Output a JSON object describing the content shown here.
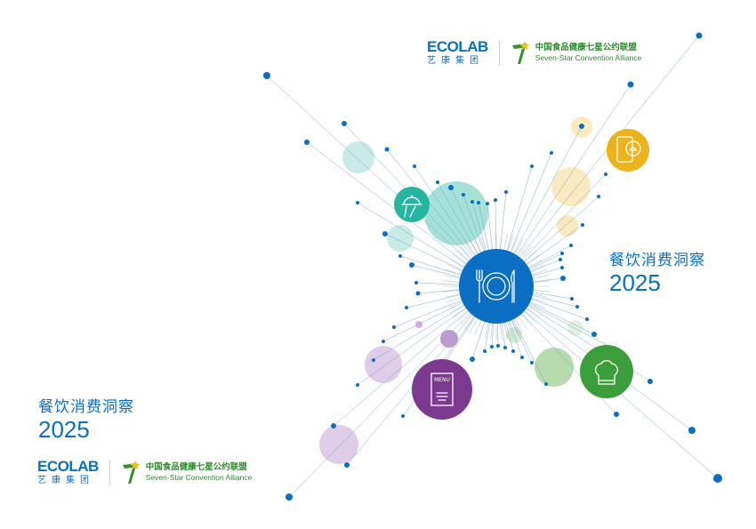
{
  "brand": {
    "ecolab_en": "ECOLAB",
    "ecolab_cn": "艺康集团",
    "alliance_cn": "中国食品健康七星公约联盟",
    "alliance_en": "Seven-Star Convention Alliance"
  },
  "title": {
    "cn": "餐饮消费洞察",
    "year": "2025"
  },
  "colors": {
    "blue": "#0a6fc2",
    "teal": "#26b5a0",
    "yellow": "#ecb31a",
    "purple": "#7b3990",
    "green": "#3c9e3a"
  },
  "icons": [
    "plate-cutlery-icon",
    "cloche-hand-icon",
    "phone-order-icon",
    "menu-icon",
    "chef-hat-icon"
  ],
  "menu_icon_label": "MENU"
}
